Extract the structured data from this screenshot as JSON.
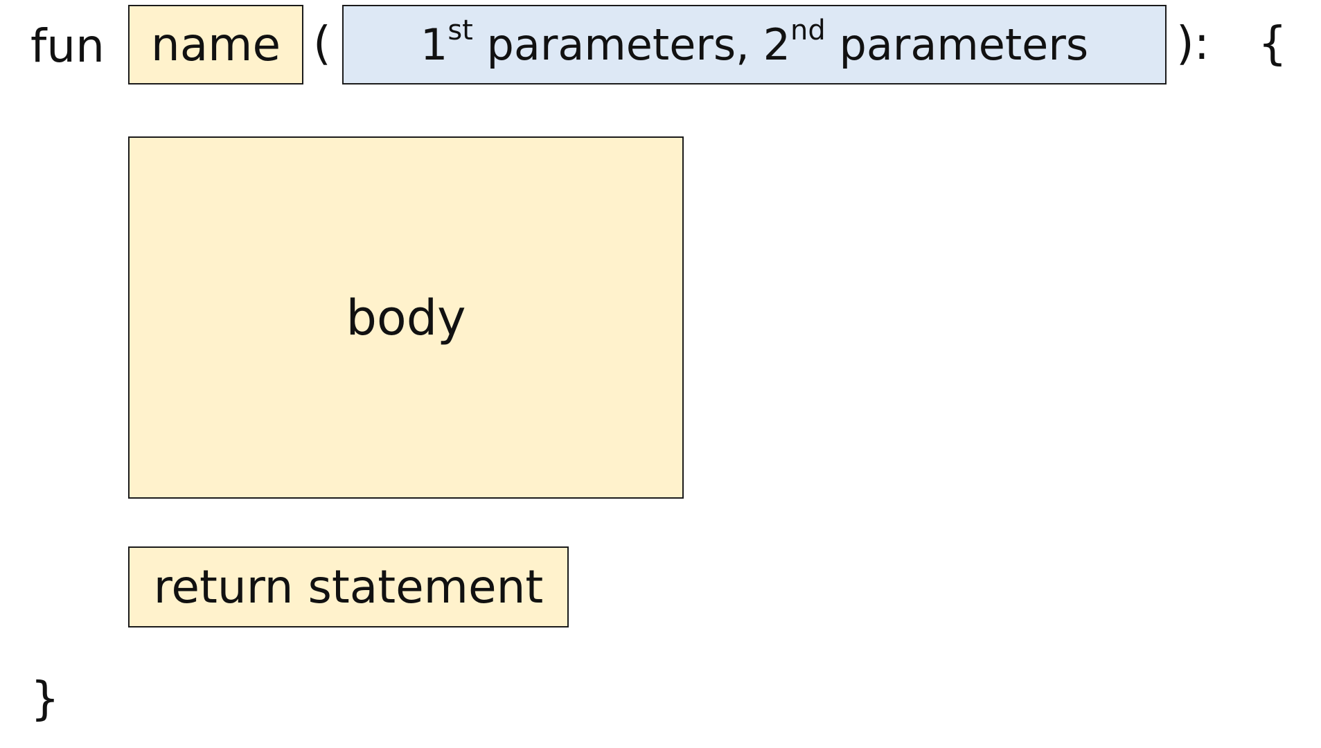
{
  "signature": {
    "keyword": "fun",
    "name": "name",
    "open_paren": "(",
    "params": {
      "first_num": "1",
      "first_sup": "st",
      "first_text": " parameters, ",
      "second_num": "2",
      "second_sup": "nd",
      "second_text": " parameters"
    },
    "close_paren": "):",
    "open_brace": "{"
  },
  "body": "body",
  "return_statement": "return statement",
  "close_brace": "}",
  "colors": {
    "box_yellow": "#fff2cc",
    "box_blue": "#dde8f5",
    "border": "#1a1a1a"
  }
}
